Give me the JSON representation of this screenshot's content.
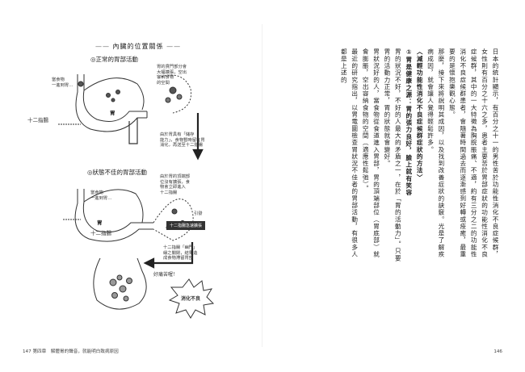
{
  "figure": {
    "title": "內臟的位置關係",
    "normal": {
      "subtitle": "◎正常的胃部活動",
      "food_note": "當食物\n一進到胃…",
      "stomach_label": "胃",
      "duodenum": "十二指腸",
      "expand_note": "胃的賁門部分會\n大幅擴張，空出\n容納食物\n的空間",
      "fundus_note": "由於胃具有「儲存\n能力」，食物暫時留在胃\n消化，再送至十二指腸"
    },
    "abnormal": {
      "subtitle": "◎狀態不佳的胃部活動",
      "food_note": "當食物\n一進到胃…",
      "stomach_label": "胃",
      "duodenum": "十二指腸",
      "expand_note": "由於胃的頂端部\n位沒有擴張，食\n物會立即進入\n十二指腸",
      "trigger": "引發",
      "bad_tag": "十二指腸急速擴張",
      "pylorus_note": "十二指腸「幽門」\n緣之關閉，結果造\n成食物滯留胃部",
      "pain": "好痛苦喔！",
      "indigestion": "消化不良"
    }
  },
  "folio_left": "147  第四章　解體胃的聲音，就能明白致病原因",
  "folio_right": "146",
  "body": {
    "p1": "日本的統計顯示，有百分之十一的男性苦於功能性消化不良症候群，女性則有百分之十六之多，患者主要苦於胃部症狀的功能性消化不良症候群，其中的一大特徵為胸脘脹痛、不適，約有三分之二的功能性消化不良症候群患者，會隨著時間過去而逐漸感到好轉或痊癒，最重要的是懷抱樂觀心態。",
    "p2": "那麼，接下來將說明其成因，以及找到改善症狀的訣竅。光是了解疾病成因，就會讓人覺得輕鬆許多。",
    "h1": "〈減輕功能性消化不良症候群症狀的方法〉",
    "h2": "①胃是健康之源：胃的張力良好，臉上就有笑容",
    "p3": "胃的狀況不好，不好的人最大的矛盾之一，在於「胃的活動力」。只要胃的活動力正常，胃的狀態就會變好。",
    "p4": "胃狀況好的人，當食物從食道進入胃部，胃的頂端部位（胃底部）就會膨脹，空出容納食物的空間（適應性鬆弛）。",
    "p5": "最近的研究指出，以胃電圖檢查胃狀況不佳者的胃部活動，有很多人都是上述的"
  }
}
